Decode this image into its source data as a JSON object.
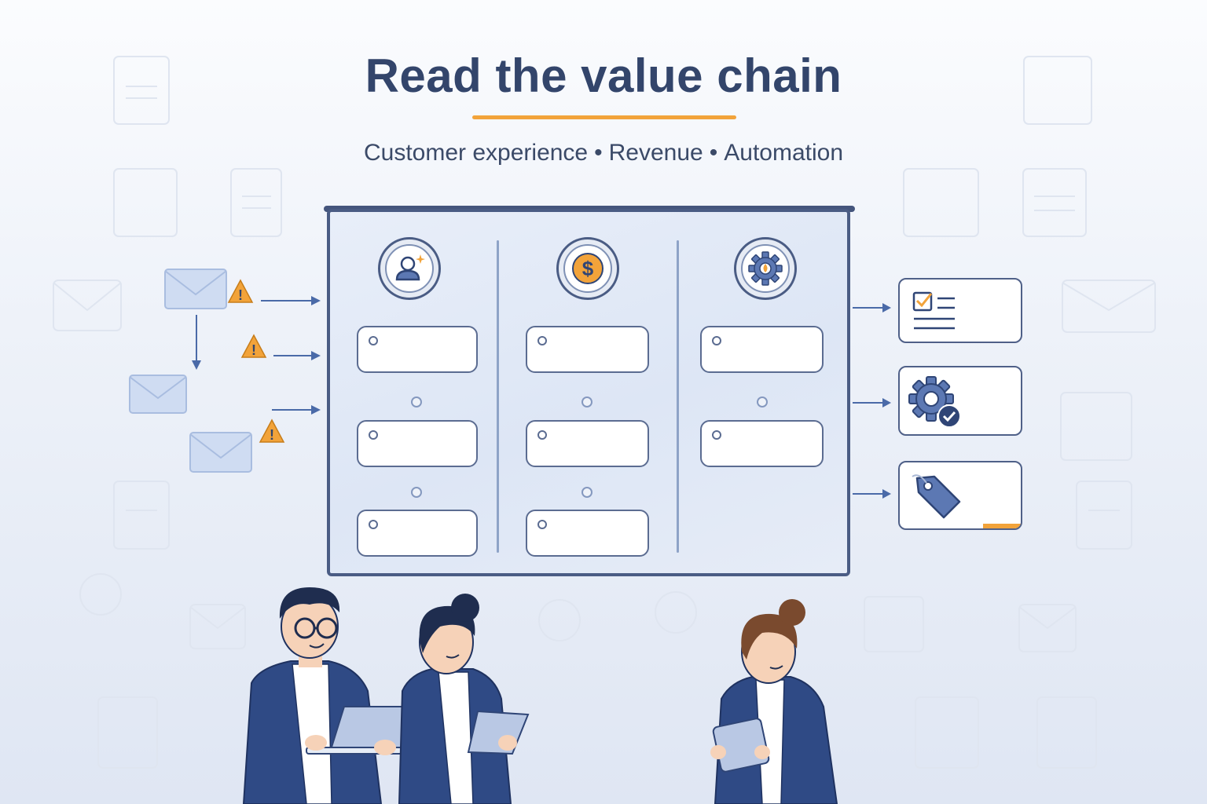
{
  "header": {
    "title": "Read the value chain",
    "subtitle_items": [
      "Customer experience",
      "Revenue",
      "Automation"
    ],
    "subtitle_separator": "•"
  },
  "colors": {
    "title": "#33456b",
    "accent": "#f2a33a",
    "board_border": "#4a5c84",
    "navy": "#2f4576",
    "icon_blue": "#5c78b3"
  },
  "board": {
    "columns": [
      {
        "icon": "customer-sparkle-icon",
        "slots": 3
      },
      {
        "icon": "dollar-coin-icon",
        "slots": 3
      },
      {
        "icon": "gear-droplet-icon",
        "slots": 2
      }
    ]
  },
  "inputs": {
    "icons": [
      "envelope-icon",
      "warning-icon",
      "envelope-icon",
      "warning-icon",
      "envelope-icon",
      "warning-icon"
    ]
  },
  "outputs": {
    "cards": [
      {
        "icon": "checklist-icon"
      },
      {
        "icon": "gear-check-icon"
      },
      {
        "icon": "price-tag-icon"
      }
    ]
  },
  "people": [
    "man-with-laptop",
    "woman-with-clipboard",
    "woman-with-tablet"
  ]
}
